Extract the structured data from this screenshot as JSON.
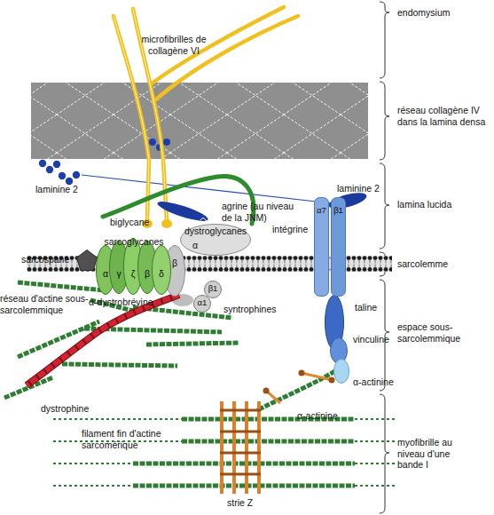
{
  "diagram": {
    "nodes": [
      {
        "text": [
          "sarcospane"
        ]
      },
      {
        "text": [
          "sarcoglycanes"
        ]
      },
      {
        "text": [
          "α"
        ],
        "in": 1
      },
      {
        "text": [
          "γ"
        ],
        "in": 1
      },
      {
        "text": [
          "ζ"
        ],
        "in": 1
      },
      {
        "text": [
          "β"
        ],
        "in": 1
      },
      {
        "text": [
          "δ"
        ],
        "in": 1
      },
      {
        "text": [
          "dystroglycanes",
          "α"
        ]
      },
      {
        "text": [
          "β"
        ]
      },
      {
        "text": [
          "β1"
        ]
      },
      {
        "text": [
          "α1"
        ]
      },
      {
        "text": [
          "intégrine"
        ]
      },
      {
        "text": [
          "α7"
        ],
        "in": 11
      },
      {
        "text": [
          "β1"
        ],
        "in": 11
      },
      {
        "text": [
          "taline"
        ]
      },
      {
        "text": [
          "vinculine"
        ]
      },
      {
        "text": [
          "α-actinine"
        ]
      }
    ],
    "labels": [
      "endomysium",
      "réseau collagène IV dans la lamina densa",
      "lamina lucida",
      "sarcolemme",
      "espace sous-sarcolemmique",
      "myofibrille au niveau d'une bande I",
      "microfibrilles de collagène VI",
      "laminine 2",
      "biglycane",
      "agrine (au niveau de la JNM)",
      "laminine 2",
      "α-dystrobrévine",
      "syntrophines",
      "réseau d'actine sous-sarcolemmique",
      "dystrophine",
      "α-actinine",
      "filament fin d'actine sarcomérique",
      "strie Z"
    ]
  }
}
